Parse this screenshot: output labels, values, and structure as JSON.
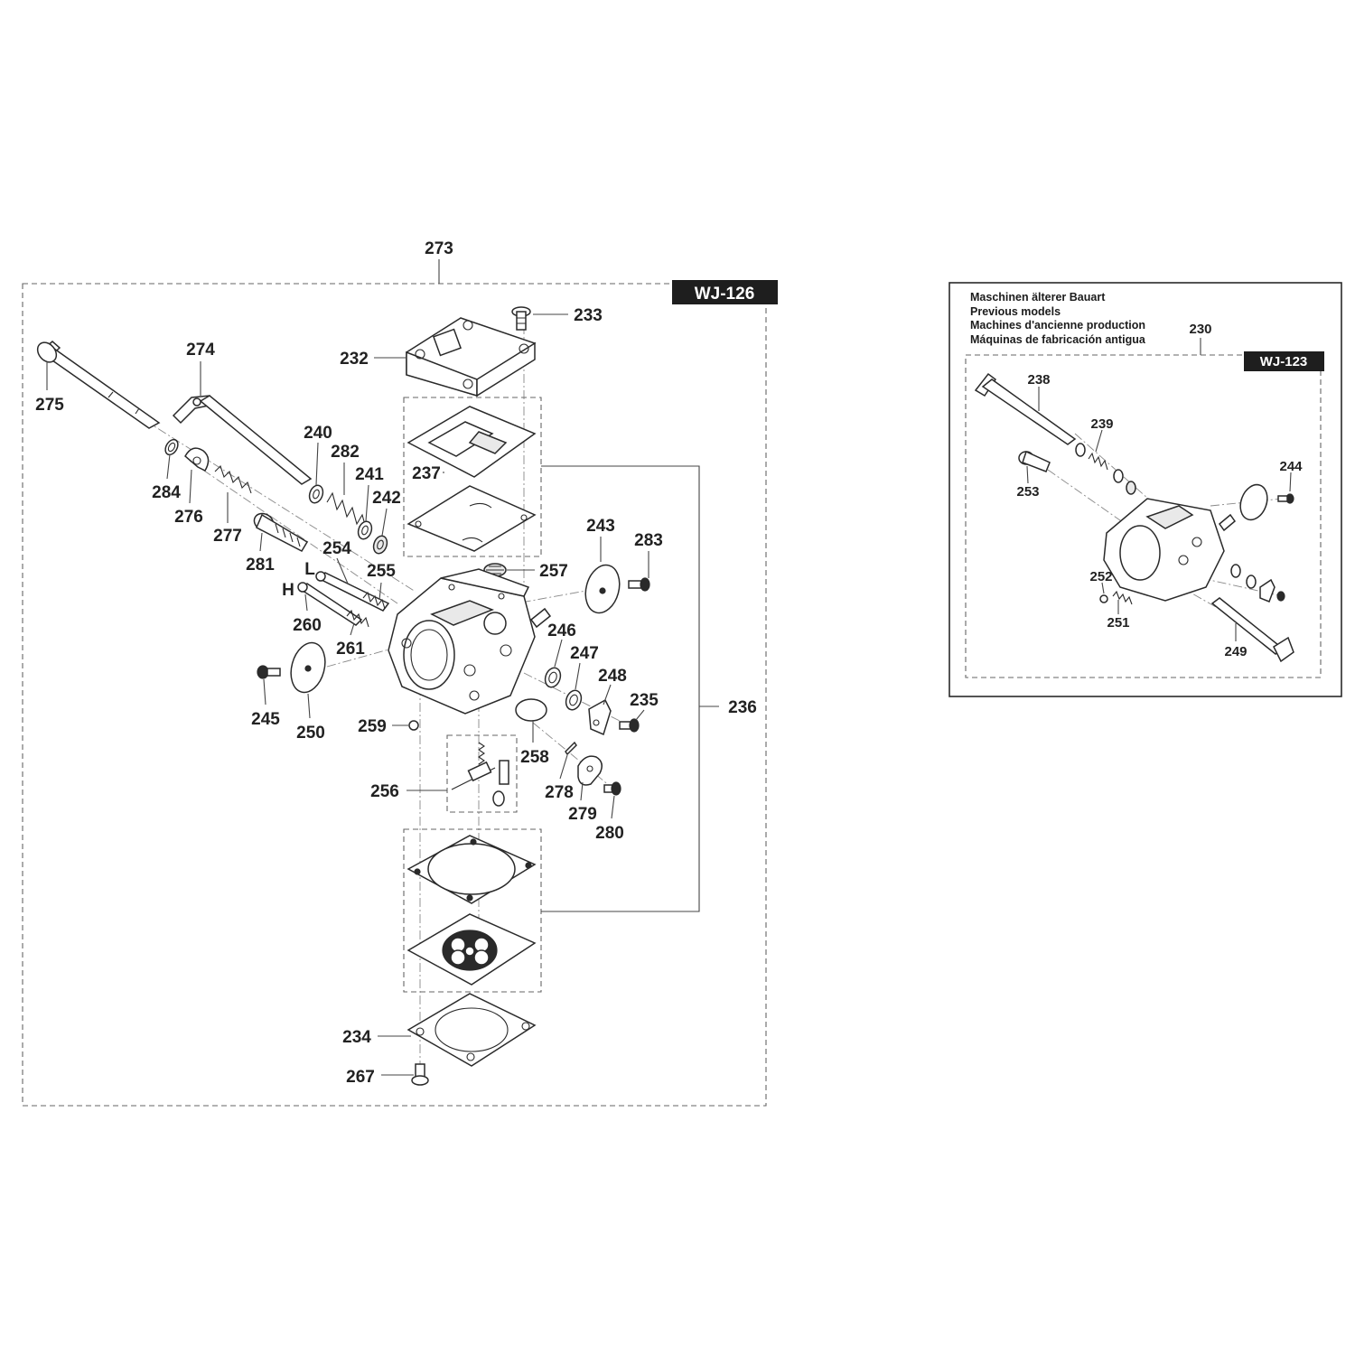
{
  "main_group": {
    "part": "273",
    "code": "WJ-126"
  },
  "inset": {
    "notes": [
      "Maschinen älterer Bauart",
      "Previous models",
      "Machines d'ancienne production",
      "Máquinas de fabricación antigua"
    ],
    "part": "230",
    "code": "WJ-123"
  },
  "main_labels": [
    "232",
    "233",
    "237",
    "236",
    "274",
    "275",
    "240",
    "282",
    "241",
    "242",
    "284",
    "276",
    "277",
    "281",
    "254",
    "L",
    "255",
    "257",
    "243",
    "283",
    "H",
    "260",
    "261",
    "246",
    "247",
    "248",
    "235",
    "245",
    "250",
    "259",
    "258",
    "256",
    "278",
    "279",
    "280",
    "234",
    "267"
  ],
  "inset_labels": [
    "238",
    "239",
    "244",
    "253",
    "252",
    "251",
    "249"
  ]
}
